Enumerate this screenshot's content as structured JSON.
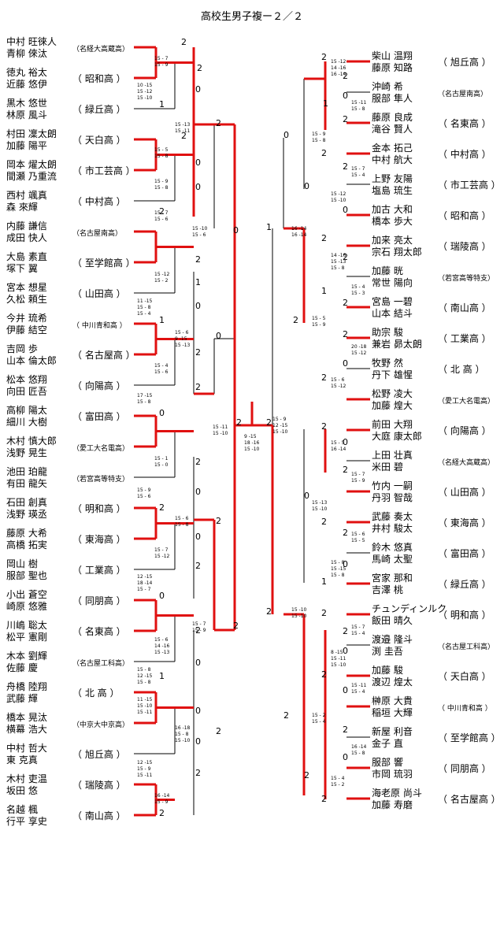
{
  "title": "高校生男子複ー２／２",
  "left": [
    {
      "p1": "中村 旺徠人",
      "p2": "青柳 倈汰",
      "school": "（名経大高蔵高）",
      "small": true
    },
    {
      "p1": "徳丸 裕太",
      "p2": "近藤 悠伊",
      "school": "（ 昭和高 ）"
    },
    {
      "p1": "黒木 悠世",
      "p2": "林原 風斗",
      "school": "（ 緑丘高 ）"
    },
    {
      "p1": "村田 凜太朗",
      "p2": "加藤 陽平",
      "school": "（ 天白高 ）"
    },
    {
      "p1": "岡本 燿太朗",
      "p2": "間瀬 乃重流",
      "school": "（ 市工芸高 ）"
    },
    {
      "p1": "西村 颯真",
      "p2": "森 來輝",
      "school": "（ 中村高 ）"
    },
    {
      "p1": "内藤 謙信",
      "p2": "成田 快人",
      "school": "（名古屋南高）",
      "small": true
    },
    {
      "p1": "大島 素直",
      "p2": "塚下 翼",
      "school": "（ 至学館高 ）"
    },
    {
      "p1": "宮本 想星",
      "p2": "久松 頼生",
      "school": "（ 山田高 ）"
    },
    {
      "p1": "今井 琉希",
      "p2": "伊藤 結空",
      "school": "（ 中川青和高 ）",
      "small": true
    },
    {
      "p1": "吉岡 歩",
      "p2": "山本 倫太郎",
      "school": "（ 名古屋高 ）"
    },
    {
      "p1": "松本 悠翔",
      "p2": "向田 匠吾",
      "school": "（ 向陽高 ）"
    },
    {
      "p1": "高柳 陽太",
      "p2": "細川 大樹",
      "school": "（ 富田高 ）"
    },
    {
      "p1": "木村 慎大郎",
      "p2": "浅野 晃生",
      "school": "（愛工大名電高）",
      "small": true
    },
    {
      "p1": "池田 珀龍",
      "p2": "有田 龍矢",
      "school": "（若宮高等特支）",
      "small": true
    },
    {
      "p1": "石田 創真",
      "p2": "浅野 瑛丞",
      "school": "（ 明和高 ）"
    },
    {
      "p1": "藤原 大希",
      "p2": "高橋 拓実",
      "school": "（ 東海高 ）"
    },
    {
      "p1": "岡山 樹",
      "p2": "服部 聖也",
      "school": "（ 工業高 ）"
    },
    {
      "p1": "小出 蒼空",
      "p2": "崎原 悠雅",
      "school": "（ 同朋高 ）"
    },
    {
      "p1": "川嶋 聡太",
      "p2": "松平 憲剛",
      "school": "（ 名東高 ）"
    },
    {
      "p1": "木本 劉輝",
      "p2": "佐藤 慶",
      "school": "（名古屋工科高）",
      "small": true
    },
    {
      "p1": "舟橋 陸翔",
      "p2": "武藤 輝",
      "school": "（ 北 高 ）"
    },
    {
      "p1": "橋本 晃汰",
      "p2": "横幕 浩大",
      "school": "（中京大中京高）",
      "small": true
    },
    {
      "p1": "中村 哲大",
      "p2": "東 克真",
      "school": "（ 旭丘高 ）"
    },
    {
      "p1": "木村 吏温",
      "p2": "坂田 悠",
      "school": "（ 瑞陵高 ）"
    },
    {
      "p1": "名越 楓",
      "p2": "行平 享史",
      "school": "（ 南山高 ）"
    }
  ],
  "right": [
    {
      "p1": "柴山 温翔",
      "p2": "藤原 知路",
      "school": "（ 旭丘高 ）"
    },
    {
      "p1": "沖崎 希",
      "p2": "服部 隼人",
      "school": "（名古屋南高）",
      "small": true
    },
    {
      "p1": "藤原 良成",
      "p2": "滝谷 賢人",
      "school": "（ 名東高 ）"
    },
    {
      "p1": "金本 拓己",
      "p2": "中村 航大",
      "school": "（ 中村高 ）"
    },
    {
      "p1": "上野 友陽",
      "p2": "塩島 琉生",
      "school": "（ 市工芸高 ）"
    },
    {
      "p1": "加古 大和",
      "p2": "橋本 歩大",
      "school": "（ 昭和高 ）"
    },
    {
      "p1": "加来 亮太",
      "p2": "宗石 翔太郎",
      "school": "（ 瑞陵高 ）"
    },
    {
      "p1": "加藤 晄",
      "p2": "常世 陽向",
      "school": "（若宮高等特支）",
      "small": true
    },
    {
      "p1": "宮島 一碧",
      "p2": "山本 結斗",
      "school": "（ 南山高 ）"
    },
    {
      "p1": "助宗 駿",
      "p2": "兼岩 昴太朗",
      "school": "（ 工業高 ）"
    },
    {
      "p1": "牧野 然",
      "p2": "丹下 雄惺",
      "school": "（ 北 高 ）"
    },
    {
      "p1": "松野 凌大",
      "p2": "加藤 煌大",
      "school": "（愛工大名電高）",
      "small": true
    },
    {
      "p1": "前田 大翔",
      "p2": "大庭 康太郎",
      "school": "（ 向陽高 ）"
    },
    {
      "p1": "上田 壮真",
      "p2": "米田 碧",
      "school": "（名経大高蔵高）",
      "small": true
    },
    {
      "p1": "竹内 一嗣",
      "p2": "丹羽 智哉",
      "school": "（ 山田高 ）"
    },
    {
      "p1": "武藤 奏太",
      "p2": "井村 駿太",
      "school": "（ 東海高 ）"
    },
    {
      "p1": "鈴木 悠真",
      "p2": "馬崎 太聖",
      "school": "（ 富田高 ）"
    },
    {
      "p1": "宮家 那和",
      "p2": "吉澤 桃",
      "school": "（ 緑丘高 ）"
    },
    {
      "p1": "チュンディンルク",
      "p2": "飯田 晴久",
      "school": "（ 明和高 ）"
    },
    {
      "p1": "渡邉 隆斗",
      "p2": "渕 圭吾",
      "school": "（名古屋工科高）",
      "small": true
    },
    {
      "p1": "加藤 駿",
      "p2": "渡辺 煌太",
      "school": "（ 天白高 ）"
    },
    {
      "p1": "榊原 大貴",
      "p2": "稲垣 大輝",
      "school": "（ 中川青和高 ）",
      "small": true
    },
    {
      "p1": "新屋 利音",
      "p2": "金子 直",
      "school": "（ 至学館高 ）"
    },
    {
      "p1": "服部 響",
      "p2": "市岡 琉羽",
      "school": "（ 同朋高 ）"
    },
    {
      "p1": "海老原 尚斗",
      "p2": "加藤 寿磨",
      "school": "（ 名古屋高 ）"
    }
  ]
}
